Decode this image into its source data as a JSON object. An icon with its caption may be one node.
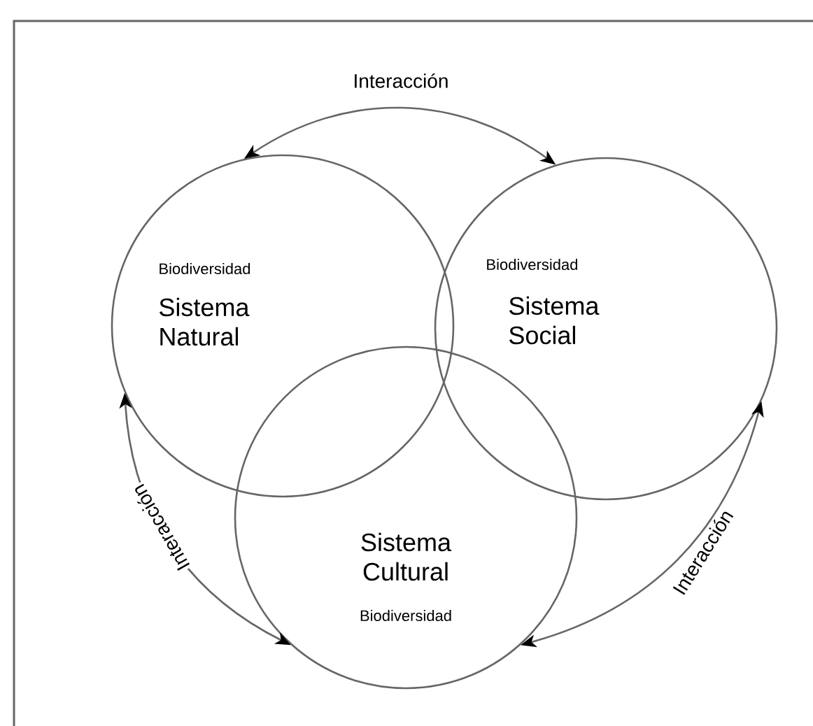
{
  "diagram": {
    "nodes": [
      {
        "text": [
          "Biodiversidad",
          "Sistema Natural"
        ]
      },
      {
        "text": [
          "Biodiversidad",
          "Sistema Social"
        ]
      },
      {
        "text": [
          "Sistema Cultural",
          "Biodiversidad"
        ]
      }
    ],
    "edges": [
      {
        "from": 0,
        "to": 1,
        "arrow": "both",
        "label": "Interacción"
      },
      {
        "from": 0,
        "to": 2,
        "arrow": "both",
        "label": "Interacción"
      },
      {
        "from": 1,
        "to": 2,
        "arrow": "both",
        "label": "Interacción"
      }
    ]
  }
}
